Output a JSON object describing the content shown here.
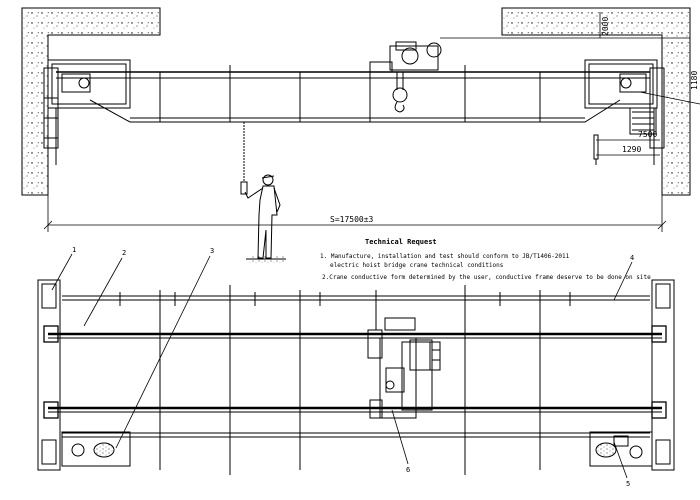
{
  "dimensions": {
    "top_right_vertical": "2000",
    "far_right_vertical": "1180",
    "hook_height": "7500",
    "end_offset": "1290",
    "span": "S=17500±3"
  },
  "technical_request": {
    "title": "Technical Request",
    "note1_line1": "1. Manufacture, installation and test should conform to JB/T1406-2011",
    "note1_line2": "electric hoist bridge crane technical conditions",
    "note2": "2.Crane conductive form determined by the user, conductive frame deserve to be done on site"
  },
  "callouts": [
    "1",
    "2",
    "3",
    "4",
    "5",
    "6"
  ]
}
